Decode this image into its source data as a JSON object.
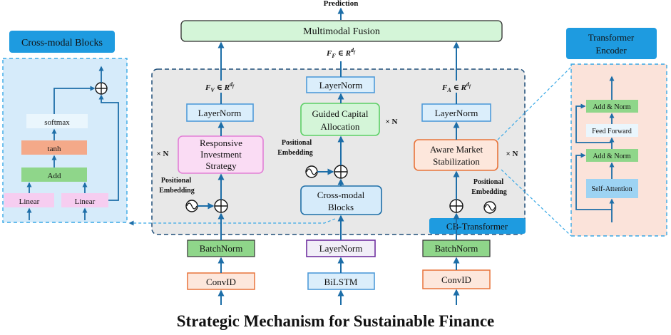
{
  "title": "Strategic Mechanism for Sustainable Finance",
  "prediction": "Prediction",
  "fusion": "Multimodal Fusion",
  "times_n": "× N",
  "pos_embedding_1": "Positional",
  "pos_embedding_2": "Embedding",
  "left_panel": {
    "title": "Cross-modal  Blocks",
    "softmax": "softmax",
    "tanh": "tanh",
    "add": "Add",
    "linear1": "Linear",
    "linear2": "Linear"
  },
  "right_panel": {
    "title_line1": "Transformer",
    "title_line2": "Encoder",
    "add_norm_top": "Add & Norm",
    "feed_forward": "Feed  Forward",
    "add_norm_bottom": "Add & Norm",
    "self_attention": "Self-Attention"
  },
  "left_branch": {
    "feature_main": "F",
    "feature_sub": "V",
    "layernorm": "LayerNorm",
    "block_line1": "Responsive",
    "block_line2": "Investment",
    "block_line3": "Strategy",
    "batchnorm": "BatchNorm",
    "conv": "ConvID"
  },
  "center_branch": {
    "feature_main": "F",
    "feature_sub": "F",
    "layernorm_top": "LayerNorm",
    "block_line1": "Guided Capital",
    "block_line2": "Allocation",
    "cross_line1": "Cross-modal",
    "cross_line2": "Blocks",
    "layernorm_bottom": "LayerNorm",
    "bilstm": "BiLSTM"
  },
  "right_branch": {
    "feature_main": "F",
    "feature_sub": "A",
    "layernorm": "LayerNorm",
    "block_line1": "Aware Market",
    "block_line2": "Stabilization",
    "cb_label": "CB-Transformer",
    "batchnorm": "BatchNorm",
    "conv": "ConvID"
  },
  "feature_suffix": "∈ R",
  "feature_exp": "d",
  "feature_exp_sub": "f",
  "colors": {
    "fusion_fill": "#d4f5d8",
    "blue_box": "#dbeefb",
    "blue_border": "#4f9bd9",
    "pink_fill": "#fadcf4",
    "pink_border": "#e27fd6",
    "orange_fill": "#fde7dc",
    "orange_border": "#e8743b",
    "green_fill": "#8fd68a",
    "tab_blue": "#1e9be0",
    "panel_left": "#d6ebfa",
    "panel_right": "#fbe3da",
    "main_panel": "#e8e8e8",
    "arrow": "#1d6ea8"
  }
}
